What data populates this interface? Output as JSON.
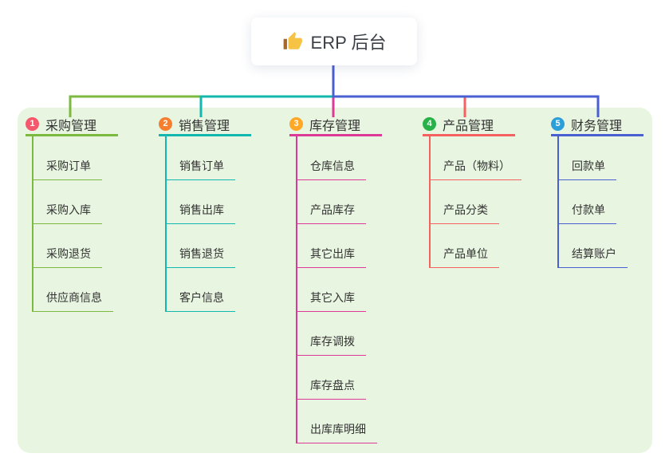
{
  "root": {
    "title": "ERP 后台",
    "icon": "thumbs-up-icon"
  },
  "colors": {
    "canvas": "#ffffff",
    "panel": "#e8f5e1",
    "root_connector": "#4a5fd1",
    "node_text": "#333333"
  },
  "branches": [
    {
      "number": "1",
      "label": "采购管理",
      "line_color": "#7cb93f",
      "badge_color": "#f5576c",
      "children": [
        "采购订单",
        "采购入库",
        "采购退货",
        "供应商信息"
      ]
    },
    {
      "number": "2",
      "label": "销售管理",
      "line_color": "#12b8b0",
      "badge_color": "#f57f31",
      "children": [
        "销售订单",
        "销售出库",
        "销售退货",
        "客户信息"
      ]
    },
    {
      "number": "3",
      "label": "库存管理",
      "line_color": "#dd3a97",
      "badge_color": "#ffa726",
      "children": [
        "仓库信息",
        "产品库存",
        "其它出库",
        "其它入库",
        "库存调拨",
        "库存盘点",
        "出库库明细"
      ]
    },
    {
      "number": "4",
      "label": "产品管理",
      "line_color": "#f56060",
      "badge_color": "#27b148",
      "children": [
        "产品（物料）",
        "产品分类",
        "产品单位"
      ]
    },
    {
      "number": "5",
      "label": "财务管理",
      "line_color": "#4a5fd1",
      "badge_color": "#2d9fd8",
      "children": [
        "回款单",
        "付款单",
        "结算账户"
      ]
    }
  ]
}
